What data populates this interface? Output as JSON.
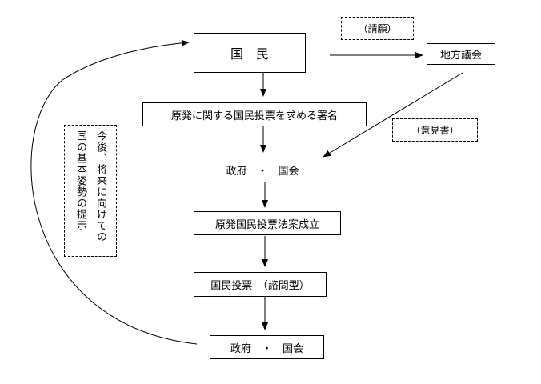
{
  "nodes": {
    "kokumin": "国　民",
    "signature": "原発に関する国民投票を求める署名",
    "gov1": "政府　・　国会",
    "law": "原発国民投票法案成立",
    "referendum": "国民投票　（諮問型）",
    "gov2": "政府　・　国会",
    "local": "地方議会"
  },
  "labels": {
    "petition": "（請願）",
    "opinion": "（意見書）",
    "future_line1": "今後、将来に向けての",
    "future_line2": "国の基本姿勢の提示"
  }
}
